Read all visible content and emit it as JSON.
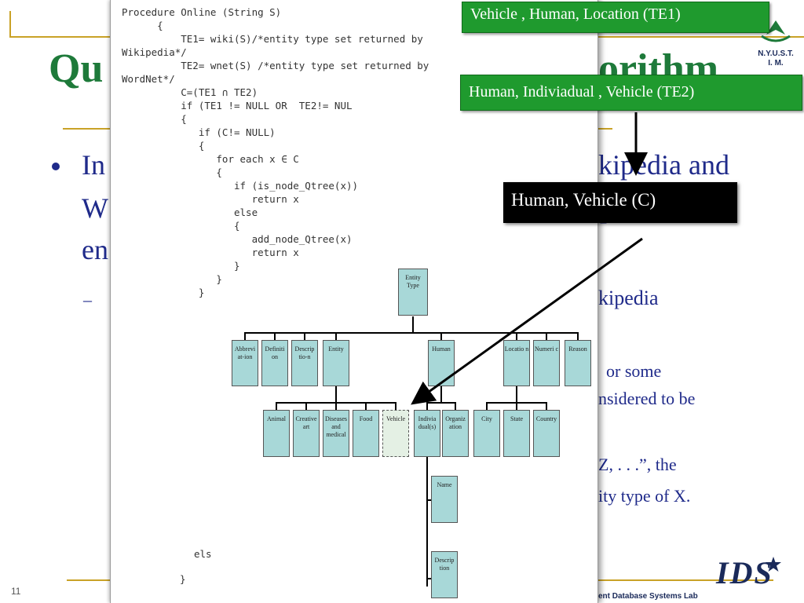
{
  "slide": {
    "title": "Qu",
    "title_right": "orithm",
    "bullet_lines": [
      "In",
      "W",
      "en"
    ],
    "bullet_right_lines": [
      "kipedia and",
      "p"
    ],
    "sub_dash": "–",
    "sub_right": "kipedia",
    "para_lines": [
      "or some",
      "nsidered to be",
      "Z, . . .”, the",
      "ity type of X."
    ],
    "page_number": "11",
    "logo_text": [
      "N.Y.U.S.T.",
      "I. M."
    ],
    "footer_lab": "ent Database Systems Lab",
    "footer_logo": "IDS"
  },
  "code_lines": [
    "Procedure Online (String S)",
    "      {",
    "          TE1= wiki(S)/*entity type set returned by",
    "Wikipedia*/",
    "          TE2= wnet(S) /*entity type set returned by",
    "WordNet*/",
    "          C=(TE1 ∩ TE2)",
    "          if (TE1 != NULL OR  TE2!= NUL",
    "          {",
    "             if (C!= NULL)",
    "             {",
    "                for each x ∈ C",
    "                {",
    "                   if (is_node_Qtree(x))",
    "                      return x",
    "                   else",
    "                   {",
    "                      add_node_Qtree(x)",
    "                      return x",
    "                   }",
    "                }",
    "             }"
  ],
  "code_tail": [
    "els",
    "}"
  ],
  "callouts": {
    "te1": "Vehicle , Human, Location (TE1)",
    "te2": "Human, Indiviadual , Vehicle (TE2)",
    "c": "Human, Vehicle (C)"
  },
  "tree": {
    "root": "Entity Type",
    "level1": [
      "Abbrevi at-ion",
      "Definiti on",
      "Descrip tio-n",
      "Entity",
      "Human",
      "Locatio n",
      "Numeri c",
      "Reason"
    ],
    "entity_children": [
      "Animal",
      "Creative art",
      "Diseases and medical",
      "Food",
      "Vehicle"
    ],
    "human_children": [
      "Indivia dual(s)",
      "Organiz ation"
    ],
    "location_children": [
      "City",
      "State",
      "Country"
    ],
    "individual_children": [
      "Name",
      "Descrip tion"
    ]
  },
  "colors": {
    "title_green": "#1e7a3a",
    "text_blue": "#1f2a8a",
    "callout_green": "#1f9a2e",
    "node_teal": "#a8d8d8",
    "gold_line": "#c9a227"
  }
}
